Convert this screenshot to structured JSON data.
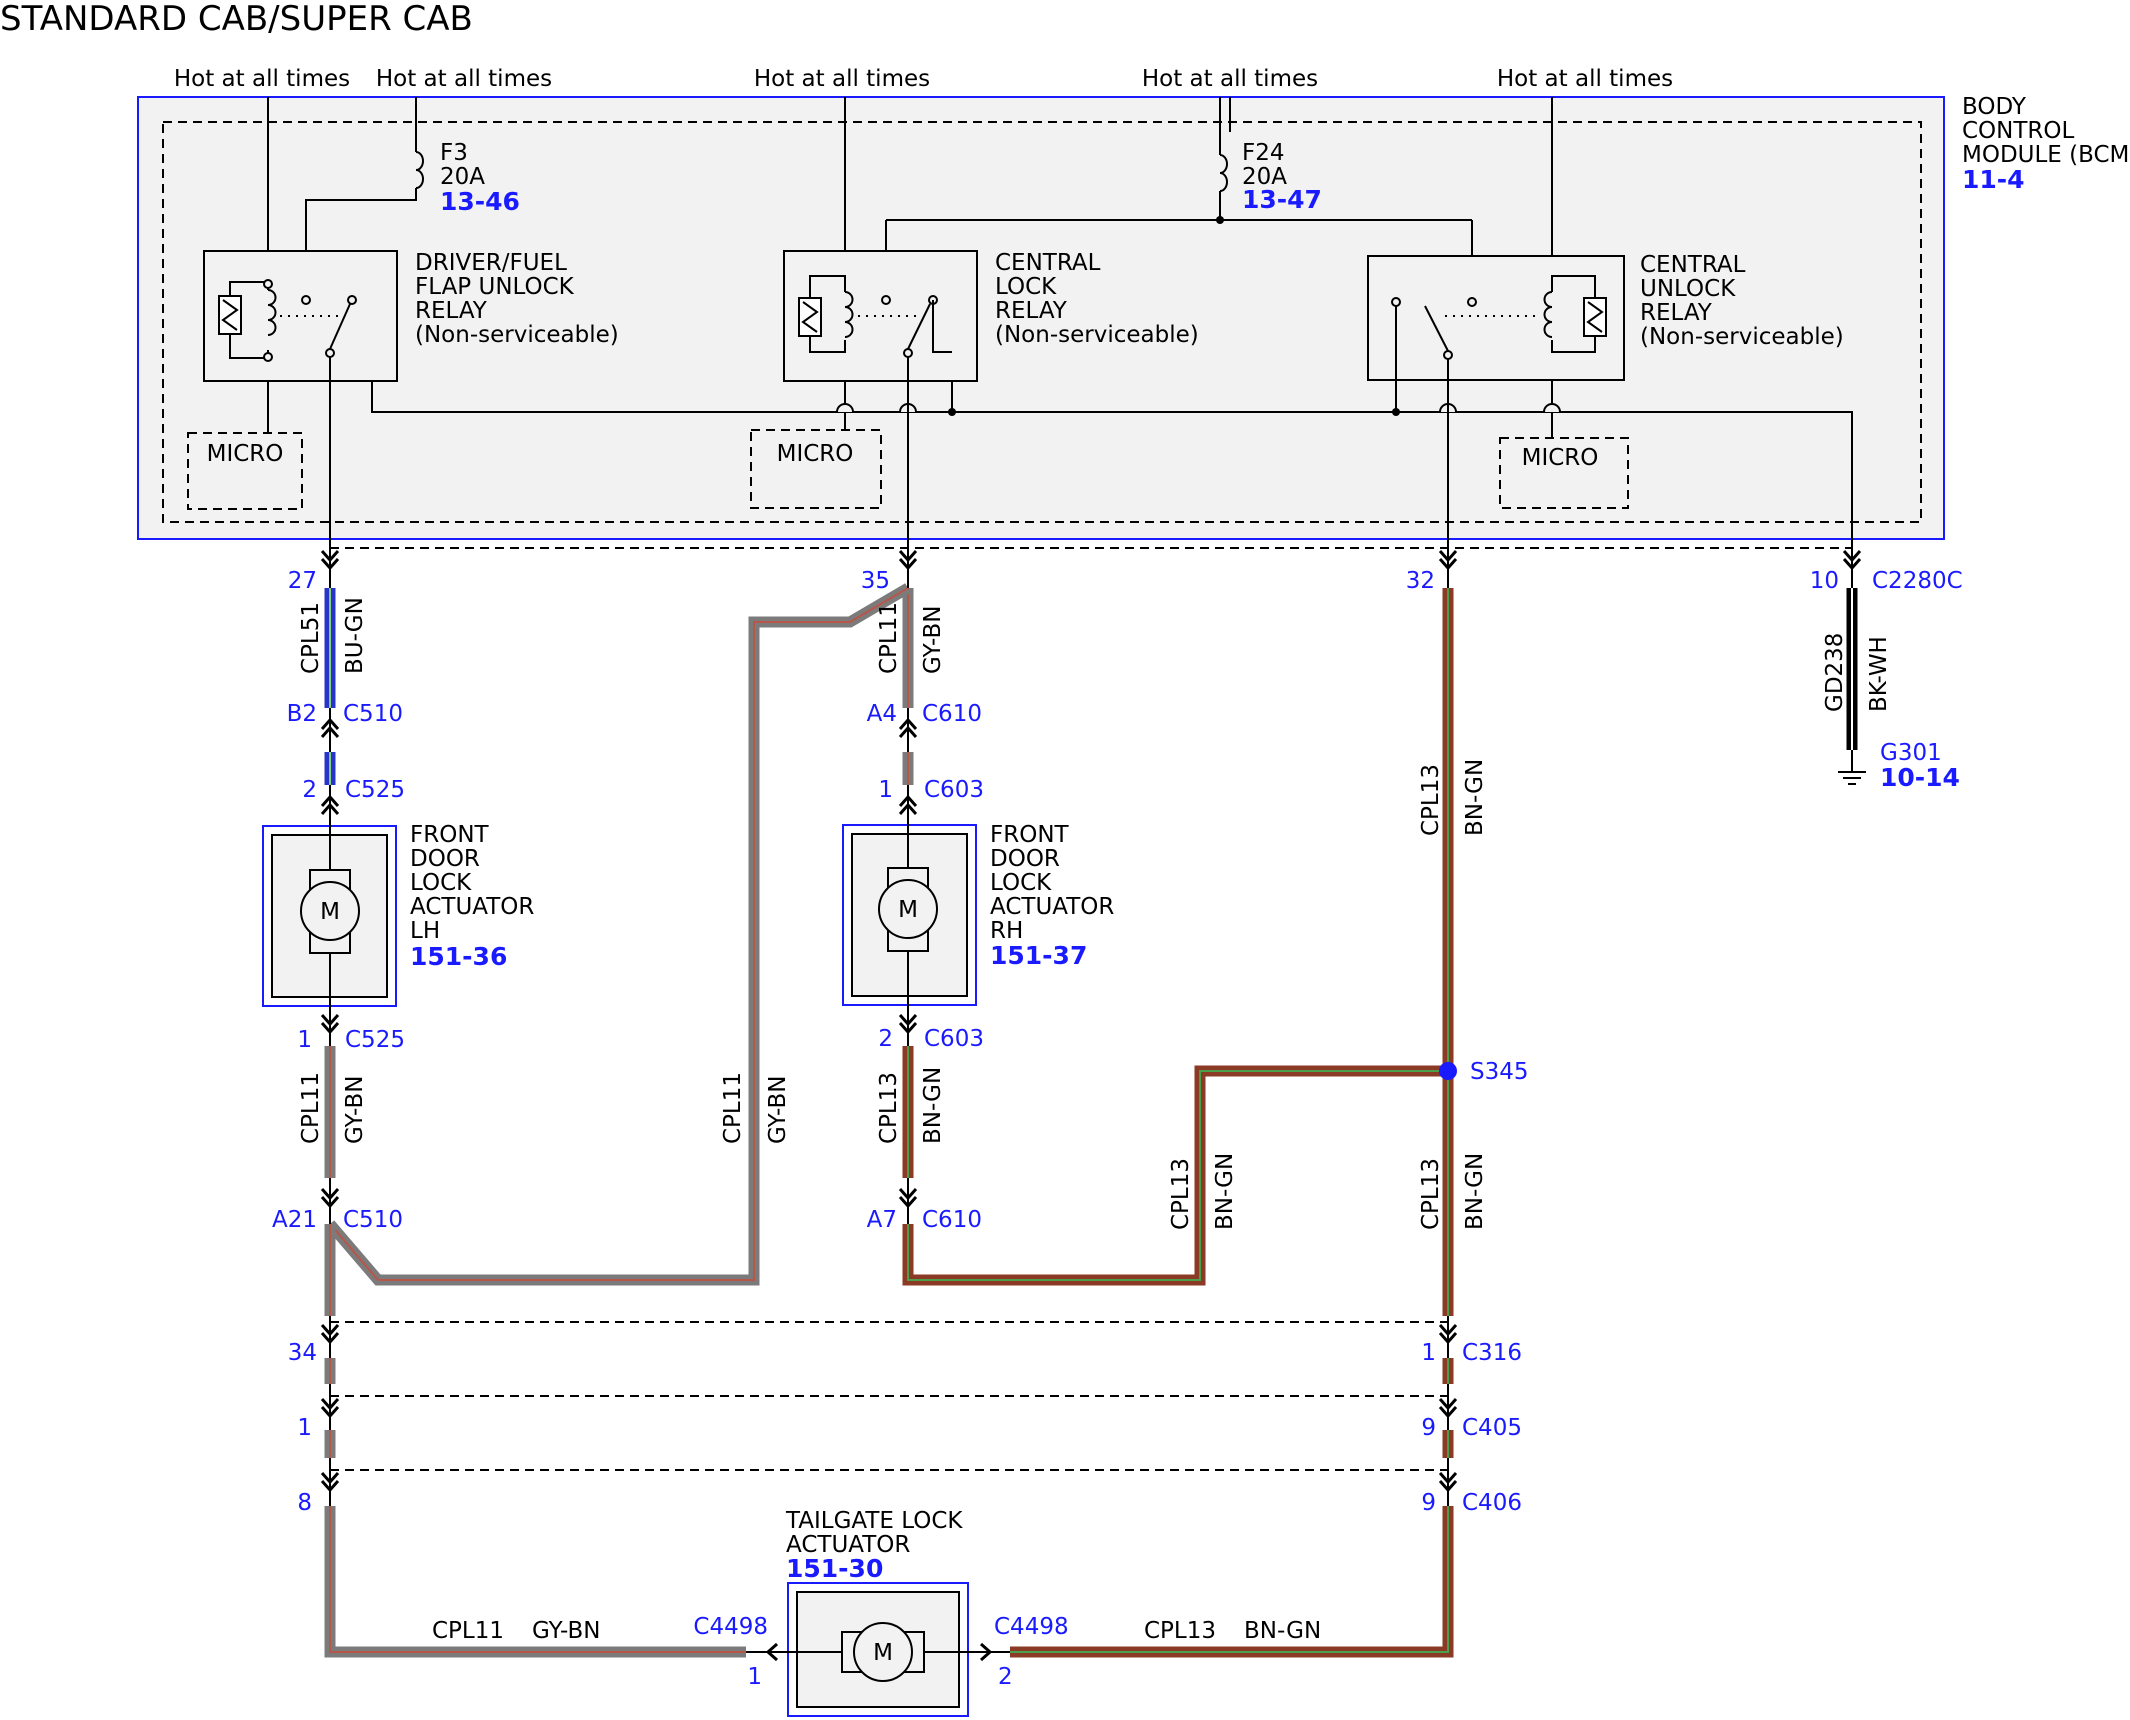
{
  "title": "STANDARD CAB/SUPER CAB",
  "colors": {
    "bu_gn": "#2a35c8",
    "gy_bn": "#7b7b7b",
    "bn_gn": "#8b3a26",
    "bk_wh": "#000000",
    "accent_blue": "#1a1aff",
    "module_fill": "#f2f2f2"
  },
  "bcm": {
    "name": [
      "BODY",
      "CONTROL",
      "MODULE (BCM)"
    ],
    "ref": "11-4"
  },
  "power_labels": [
    "Hot at all times",
    "Hot at all times",
    "Hot at all times",
    "Hot at all times",
    "Hot at all times"
  ],
  "fuses": [
    {
      "name": "F3",
      "rating": "20A",
      "ref": "13-46"
    },
    {
      "name": "F24",
      "rating": "20A",
      "ref": "13-47"
    }
  ],
  "relays": [
    {
      "lines": [
        "DRIVER/FUEL",
        "FLAP UNLOCK",
        "RELAY",
        "(Non-serviceable)"
      ]
    },
    {
      "lines": [
        "CENTRAL",
        "LOCK",
        "RELAY",
        "(Non-serviceable)"
      ]
    },
    {
      "lines": [
        "CENTRAL",
        "UNLOCK",
        "RELAY",
        "(Non-serviceable)"
      ]
    }
  ],
  "micro_label": "MICRO",
  "motor_symbol": "M",
  "pins": {
    "p27": "27",
    "p35": "35",
    "p32": "32",
    "p10": "10",
    "c2280c": "C2280C",
    "b2": "B2",
    "c510a": "C510",
    "a4": "A4",
    "c610a": "C610",
    "p2a": "2",
    "c525a": "C525",
    "p1a": "1",
    "c603a": "C603",
    "p1b": "1",
    "c525b": "C525",
    "p2b": "2",
    "c603b": "C603",
    "a21": "A21",
    "c510b": "C510",
    "a7": "A7",
    "c610b": "C610",
    "p34": "34",
    "p1c": "1",
    "c316": "C316",
    "p1d": "1",
    "p9a": "9",
    "c405": "C405",
    "p8": "8",
    "p9b": "9",
    "c406": "C406",
    "c4498l": "C4498",
    "p1e": "1",
    "c4498r": "C4498",
    "p2c": "2"
  },
  "ground": {
    "name": "G301",
    "ref": "10-14"
  },
  "splice": "S345",
  "wires": {
    "cpl51": "CPL51",
    "bu_gn": "BU-GN",
    "cpl11": "CPL11",
    "gy_bn": "GY-BN",
    "cpl13": "CPL13",
    "bn_gn": "BN-GN",
    "gd238": "GD238",
    "bk_wh": "BK-WH"
  },
  "actuators": [
    {
      "lines": [
        "FRONT",
        "DOOR",
        "LOCK",
        "ACTUATOR",
        "LH"
      ],
      "ref": "151-36"
    },
    {
      "lines": [
        "FRONT",
        "DOOR",
        "LOCK",
        "ACTUATOR",
        "RH"
      ],
      "ref": "151-37"
    },
    {
      "lines": [
        "TAILGATE LOCK",
        "ACTUATOR"
      ],
      "ref": "151-30"
    }
  ]
}
